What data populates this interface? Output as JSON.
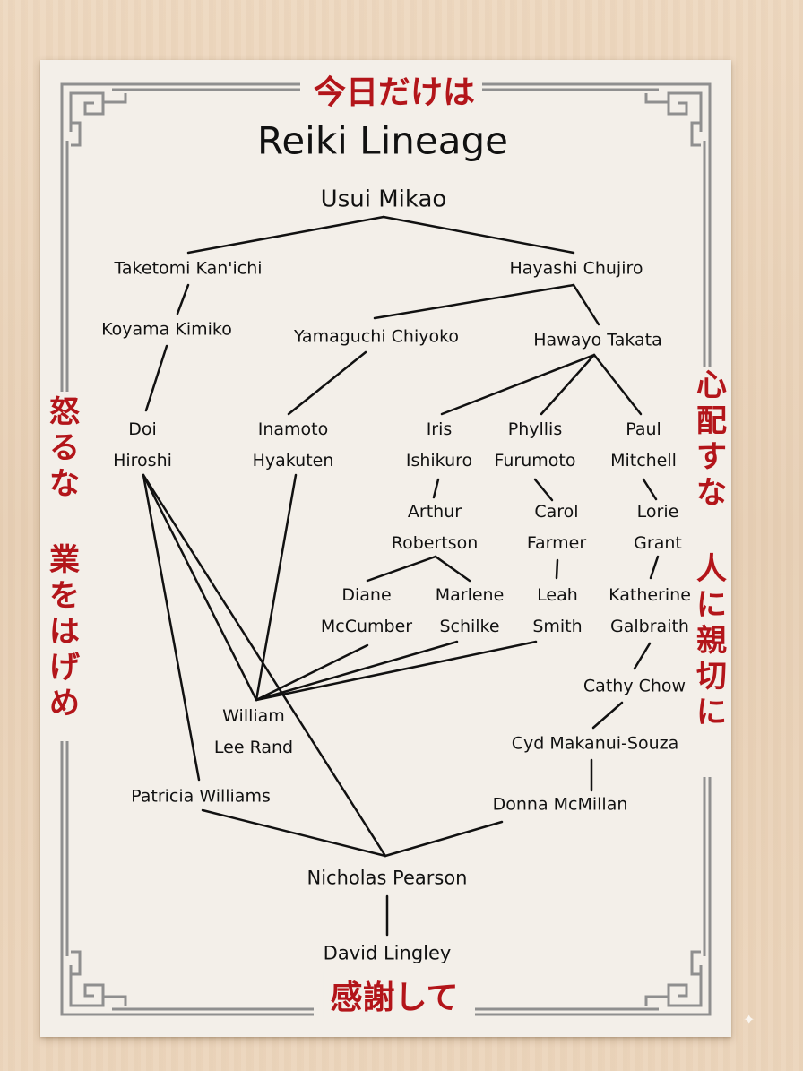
{
  "header_jp": "今日だけは",
  "title": "Reiki Lineage",
  "footer_jp": "感謝して",
  "left_jp_1": "怒るな",
  "left_jp_2": "業をはげめ",
  "right_jp_1": "心配すな",
  "right_jp_2": "人に親切に",
  "nodes": {
    "usui": "Usui Mikao",
    "taketomi": "Taketomi Kan'ichi",
    "hayashi": "Hayashi Chujiro",
    "koyama": "Koyama Kimiko",
    "yamaguchi": "Yamaguchi Chiyoko",
    "takata": "Hawayo Takata",
    "doi": [
      "Doi",
      "Hiroshi"
    ],
    "inamoto": [
      "Inamoto",
      "Hyakuten"
    ],
    "iris": [
      "Iris",
      "Ishikuro"
    ],
    "phyllis": [
      "Phyllis",
      "Furumoto"
    ],
    "paul": [
      "Paul",
      "Mitchell"
    ],
    "arthur": [
      "Arthur",
      "Robertson"
    ],
    "carol": [
      "Carol",
      "Farmer"
    ],
    "lorie": [
      "Lorie",
      "Grant"
    ],
    "diane": [
      "Diane",
      "McCumber"
    ],
    "marlene": [
      "Marlene",
      "Schilke"
    ],
    "leah": [
      "Leah",
      "Smith"
    ],
    "katherine": [
      "Katherine",
      "Galbraith"
    ],
    "cathy": "Cathy  Chow",
    "william": [
      "William",
      "Lee Rand"
    ],
    "cyd": "Cyd Makanui-Souza",
    "patricia": "Patricia Williams",
    "donna": "Donna McMillan",
    "nicholas": "Nicholas Pearson",
    "david": "David Lingley"
  },
  "colors": {
    "accent_red": "#b3151a",
    "frame_gray": "#8f8f8f",
    "paper": "#f3efe9",
    "wood": "#e9d3b9"
  }
}
